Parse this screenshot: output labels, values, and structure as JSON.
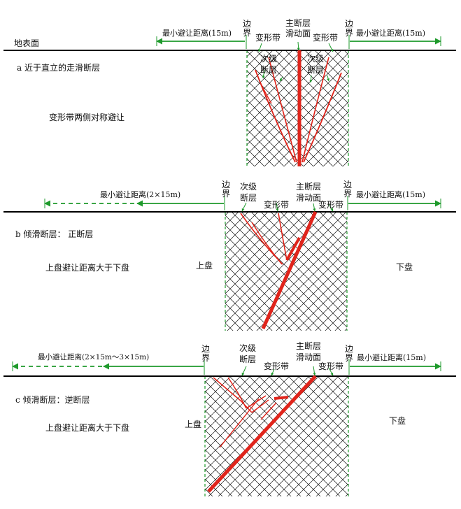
{
  "colors": {
    "fault": "#e0241b",
    "arrow": "#1e9a2b",
    "ground": "#000000",
    "hatch": "#111111"
  },
  "common": {
    "boundary_line1": "边",
    "boundary_line2": "界",
    "min_distance_15m": "最小避让距离(15m)",
    "deformation_zone": "变形带",
    "secondary_fault_line1": "次级",
    "secondary_fault_line2": "断层",
    "main_fault_line1": "主断层",
    "main_fault_line2": "滑动面",
    "hanging_wall": "上盘",
    "footwall": "下盘"
  },
  "panel_a": {
    "ground_surface": "地表面",
    "title": "a 近于直立的走滑断层",
    "note": "变形带两侧对称避让"
  },
  "panel_b": {
    "title": "b 倾滑断层： 正断层",
    "left_distance": "最小避让距离(2×15m)",
    "note": "上盘避让距离大于下盘"
  },
  "panel_c": {
    "title": "c 倾滑断层：逆断层",
    "left_distance": "最小避让距离(2×15m～3×15m)",
    "note": "上盘避让距离大于下盘"
  }
}
